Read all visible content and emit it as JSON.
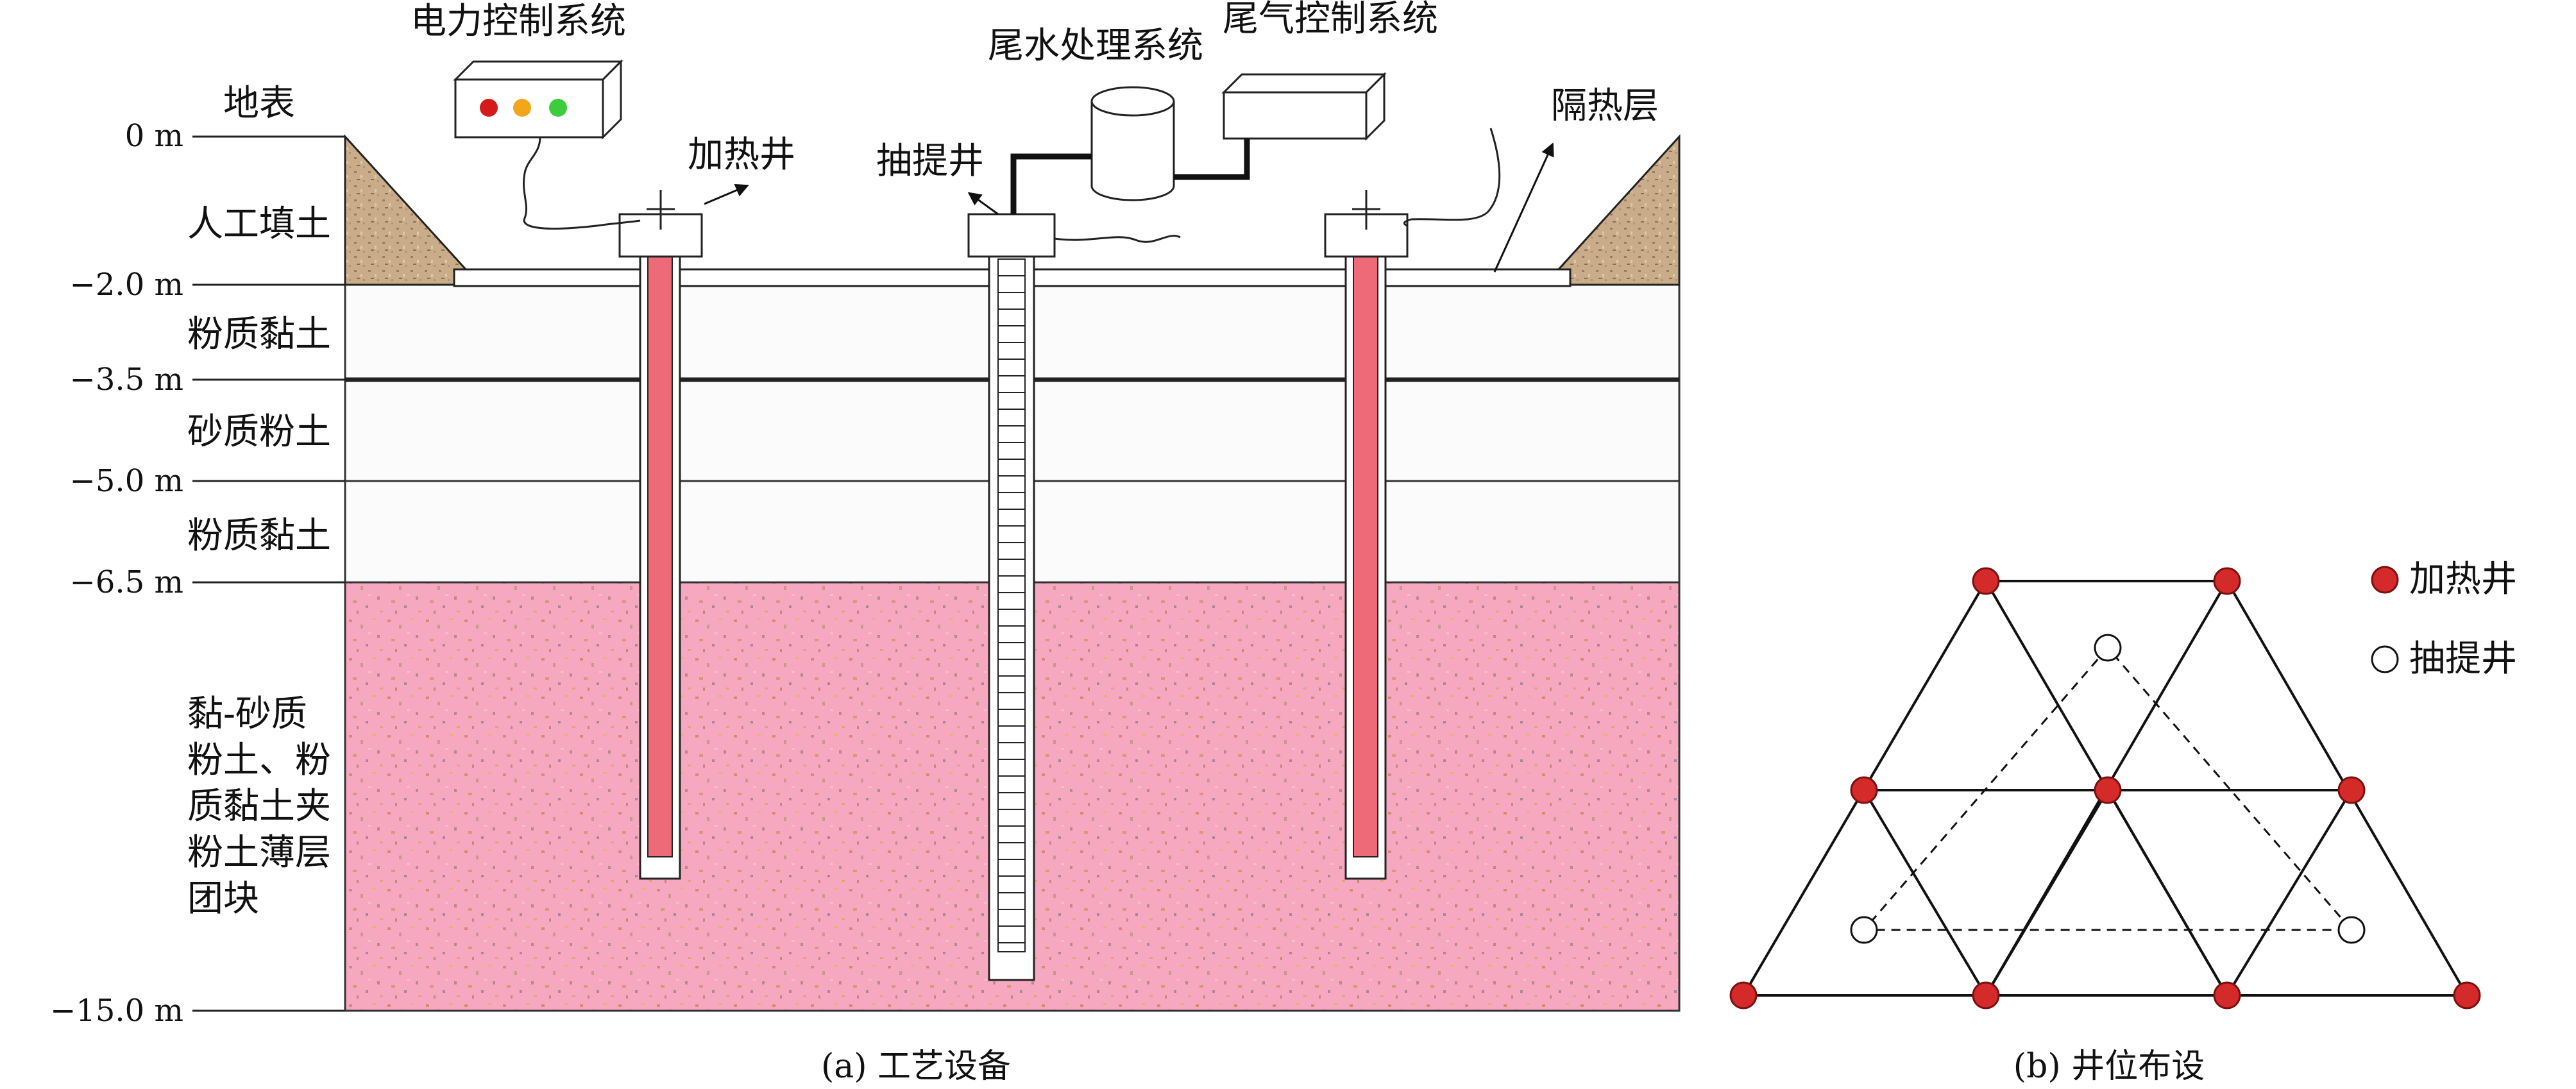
{
  "systems": {
    "power": "电力控制系统",
    "wastewater": "尾水处理系统",
    "exhaust": "尾气控制系统"
  },
  "labels": {
    "surface": "地表",
    "heating_well": "加热井",
    "extraction_well": "抽提井",
    "insulation": "隔热层"
  },
  "layers": [
    {
      "name": "人工填土"
    },
    {
      "name": "粉质黏土"
    },
    {
      "name": "砂质粉土"
    },
    {
      "name": "粉质黏土"
    },
    {
      "name_lines": [
        "黏-砂质",
        "粉土、粉",
        "质黏土夹",
        "粉土薄层",
        "团块"
      ]
    }
  ],
  "depths": [
    "0 m",
    "−2.0 m",
    "−3.5 m",
    "−5.0 m",
    "−6.5 m",
    "−15.0 m"
  ],
  "legend": {
    "heating": "加热井",
    "extraction": "抽提井",
    "heating_color": "#d42a2a",
    "extraction_color": "#ffffff"
  },
  "captions": {
    "a": "(a) 工艺设备",
    "b": "(b) 井位布设"
  },
  "colors": {
    "fill_soil": "#c8ac88",
    "clay_bg": "#f5a8c0",
    "heater_core": "#ee6a78",
    "led_red": "#d41a1a",
    "led_yellow": "#f2a61c",
    "led_green": "#3ccc3c"
  }
}
